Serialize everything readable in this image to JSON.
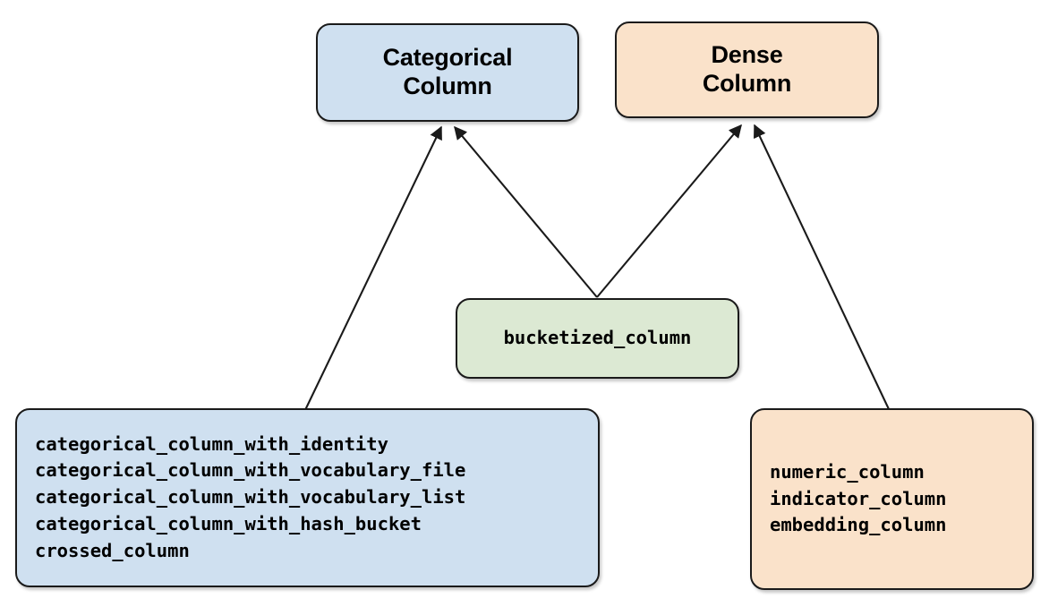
{
  "diagram": {
    "type": "hierarchy-flow",
    "background_color": "#ffffff",
    "edge_color": "#1a1a1a"
  },
  "nodes": {
    "categorical_column": {
      "title_line_1": "Categorical",
      "title_line_2": "Column",
      "fill_color": "#cfe0f0",
      "border_color": "#1a1a1a"
    },
    "dense_column": {
      "title_line_1": "Dense",
      "title_line_2": "Column",
      "fill_color": "#fae2ca",
      "border_color": "#1a1a1a"
    },
    "bucketized_column": {
      "label": "bucketized_column",
      "fill_color": "#dce9d3",
      "border_color": "#1a1a1a"
    },
    "categorical_functions": {
      "fill_color": "#cfe0f0",
      "border_color": "#1a1a1a",
      "items": [
        "categorical_column_with_identity",
        "categorical_column_with_vocabulary_file",
        "categorical_column_with_vocabulary_list",
        "categorical_column_with_hash_bucket",
        "crossed_column"
      ]
    },
    "dense_functions": {
      "fill_color": "#fae2ca",
      "border_color": "#1a1a1a",
      "items": [
        "numeric_column",
        "indicator_column",
        "embedding_column"
      ]
    }
  },
  "edges": [
    {
      "from": "categorical_functions",
      "to": "categorical_column"
    },
    {
      "from": "bucketized_column",
      "to": "categorical_column"
    },
    {
      "from": "bucketized_column",
      "to": "dense_column"
    },
    {
      "from": "dense_functions",
      "to": "dense_column"
    }
  ]
}
